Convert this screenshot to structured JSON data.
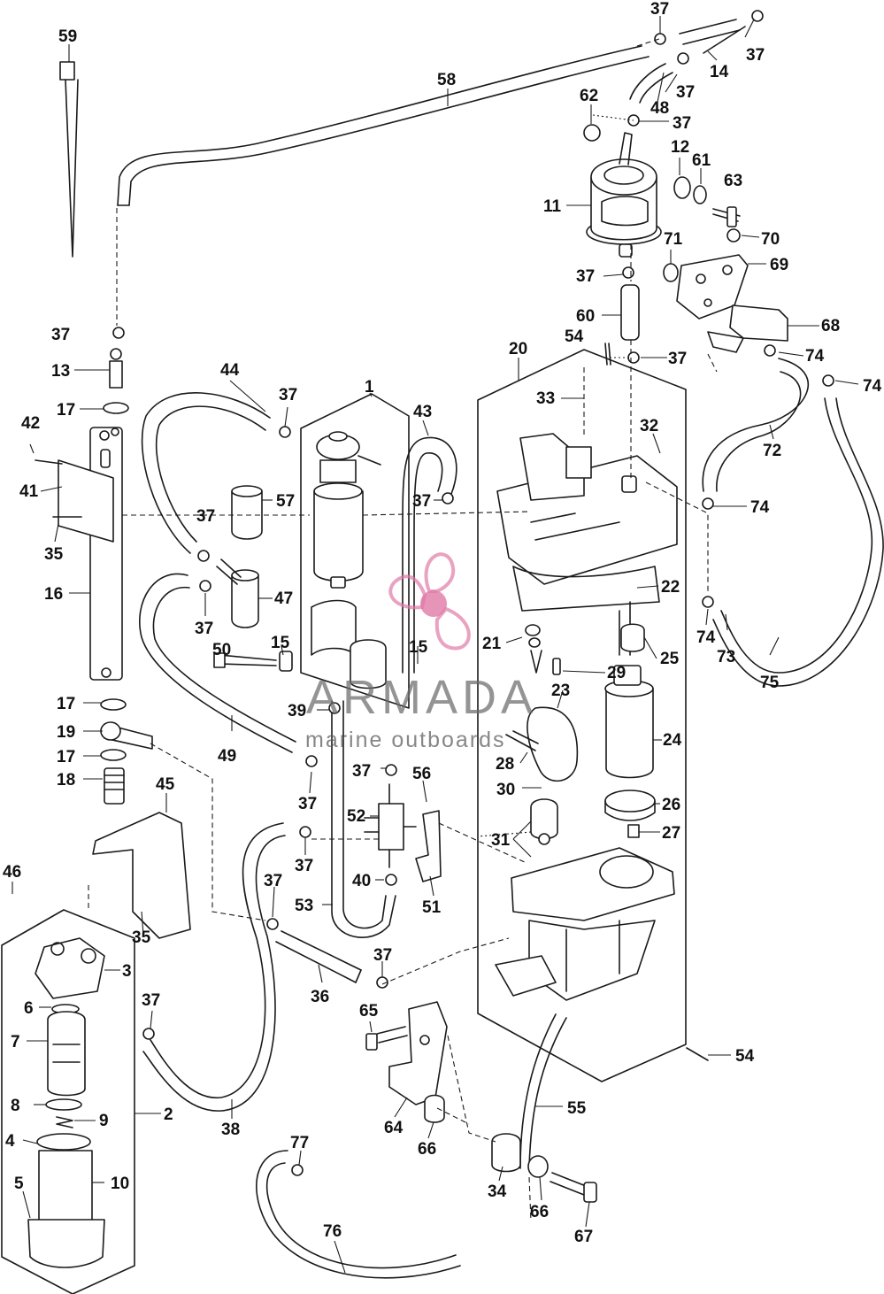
{
  "diagram": {
    "colors": {
      "line": "#1a1a1a",
      "accent": "#e07aa6",
      "accent_light": "#f2b8cf"
    },
    "watermark": {
      "word": "ARMADA",
      "tagline": "marine outboards",
      "icon": "propeller-logo-icon"
    },
    "callouts": [
      {
        "id": "c37a",
        "text": "37"
      },
      {
        "id": "c59",
        "text": "59"
      },
      {
        "id": "c37b",
        "text": "37"
      },
      {
        "id": "c14",
        "text": "14"
      },
      {
        "id": "c58",
        "text": "58"
      },
      {
        "id": "c37c",
        "text": "37"
      },
      {
        "id": "c62",
        "text": "62"
      },
      {
        "id": "c48",
        "text": "48"
      },
      {
        "id": "c37d",
        "text": "37"
      },
      {
        "id": "c12",
        "text": "12"
      },
      {
        "id": "c61",
        "text": "61"
      },
      {
        "id": "c63",
        "text": "63"
      },
      {
        "id": "c11",
        "text": "11"
      },
      {
        "id": "c70",
        "text": "70"
      },
      {
        "id": "c71",
        "text": "71"
      },
      {
        "id": "c69",
        "text": "69"
      },
      {
        "id": "c37e",
        "text": "37"
      },
      {
        "id": "c60",
        "text": "60"
      },
      {
        "id": "c68",
        "text": "68"
      },
      {
        "id": "c37f",
        "text": "37"
      },
      {
        "id": "c54a",
        "text": "54"
      },
      {
        "id": "c37g",
        "text": "37"
      },
      {
        "id": "c74a",
        "text": "74"
      },
      {
        "id": "c74b",
        "text": "74"
      },
      {
        "id": "c13",
        "text": "13"
      },
      {
        "id": "c44",
        "text": "44"
      },
      {
        "id": "c20",
        "text": "20"
      },
      {
        "id": "c33",
        "text": "33"
      },
      {
        "id": "c17a",
        "text": "17"
      },
      {
        "id": "c37h",
        "text": "37"
      },
      {
        "id": "c1",
        "text": "1"
      },
      {
        "id": "c43",
        "text": "43"
      },
      {
        "id": "c32",
        "text": "32"
      },
      {
        "id": "c72",
        "text": "72"
      },
      {
        "id": "c42",
        "text": "42"
      },
      {
        "id": "c41",
        "text": "41"
      },
      {
        "id": "c57",
        "text": "57"
      },
      {
        "id": "c37i",
        "text": "37"
      },
      {
        "id": "c37j",
        "text": "37"
      },
      {
        "id": "c74c",
        "text": "74"
      },
      {
        "id": "c35a",
        "text": "35"
      },
      {
        "id": "c16",
        "text": "16"
      },
      {
        "id": "c47",
        "text": "47"
      },
      {
        "id": "c22",
        "text": "22"
      },
      {
        "id": "c37k",
        "text": "37"
      },
      {
        "id": "c74d",
        "text": "74"
      },
      {
        "id": "c73",
        "text": "73"
      },
      {
        "id": "c50",
        "text": "50"
      },
      {
        "id": "c15a",
        "text": "15"
      },
      {
        "id": "c15b",
        "text": "15"
      },
      {
        "id": "c21",
        "text": "21"
      },
      {
        "id": "c25",
        "text": "25"
      },
      {
        "id": "c29",
        "text": "29"
      },
      {
        "id": "c75",
        "text": "75"
      },
      {
        "id": "c17b",
        "text": "17"
      },
      {
        "id": "c39",
        "text": "39"
      },
      {
        "id": "c23",
        "text": "23"
      },
      {
        "id": "c19",
        "text": "19"
      },
      {
        "id": "c49",
        "text": "49"
      },
      {
        "id": "c24",
        "text": "24"
      },
      {
        "id": "c17c",
        "text": "17"
      },
      {
        "id": "c28",
        "text": "28"
      },
      {
        "id": "c37l",
        "text": "37"
      },
      {
        "id": "c56",
        "text": "56"
      },
      {
        "id": "c18",
        "text": "18"
      },
      {
        "id": "c45",
        "text": "45"
      },
      {
        "id": "c37m",
        "text": "37"
      },
      {
        "id": "c30",
        "text": "30"
      },
      {
        "id": "c52",
        "text": "52"
      },
      {
        "id": "c26",
        "text": "26"
      },
      {
        "id": "c27",
        "text": "27"
      },
      {
        "id": "c31",
        "text": "31"
      },
      {
        "id": "c37n",
        "text": "37"
      },
      {
        "id": "c46",
        "text": "46"
      },
      {
        "id": "c40",
        "text": "40"
      },
      {
        "id": "c37o",
        "text": "37"
      },
      {
        "id": "c53",
        "text": "53"
      },
      {
        "id": "c51",
        "text": "51"
      },
      {
        "id": "c35b",
        "text": "35"
      },
      {
        "id": "c3",
        "text": "3"
      },
      {
        "id": "c37p",
        "text": "37"
      },
      {
        "id": "c36",
        "text": "36"
      },
      {
        "id": "c6",
        "text": "6"
      },
      {
        "id": "c37q",
        "text": "37"
      },
      {
        "id": "c65",
        "text": "65"
      },
      {
        "id": "c7",
        "text": "7"
      },
      {
        "id": "c54b",
        "text": "54"
      },
      {
        "id": "c8",
        "text": "8"
      },
      {
        "id": "c55",
        "text": "55"
      },
      {
        "id": "c2",
        "text": "2"
      },
      {
        "id": "c38",
        "text": "38"
      },
      {
        "id": "c9",
        "text": "9"
      },
      {
        "id": "c64",
        "text": "64"
      },
      {
        "id": "c66a",
        "text": "66"
      },
      {
        "id": "c4",
        "text": "4"
      },
      {
        "id": "c77",
        "text": "77"
      },
      {
        "id": "c5",
        "text": "5"
      },
      {
        "id": "c10",
        "text": "10"
      },
      {
        "id": "c34",
        "text": "34"
      },
      {
        "id": "c66b",
        "text": "66"
      },
      {
        "id": "c76",
        "text": "76"
      },
      {
        "id": "c67",
        "text": "67"
      }
    ]
  }
}
